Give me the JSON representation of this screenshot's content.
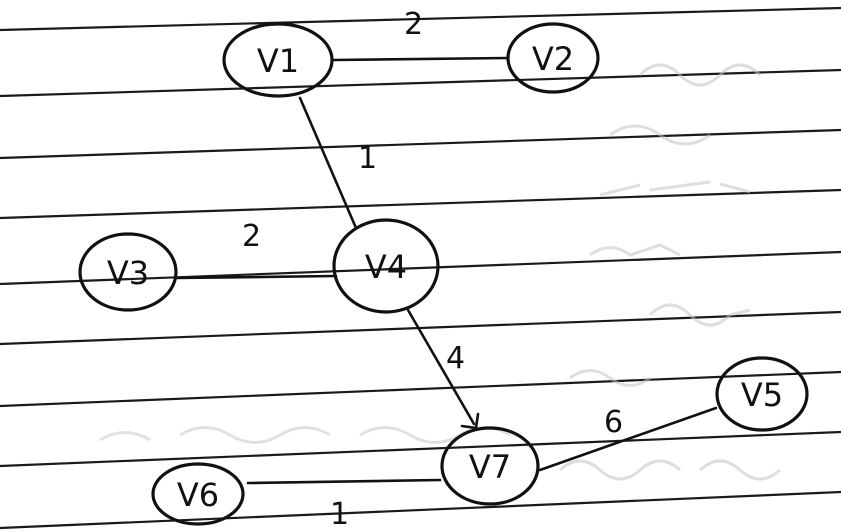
{
  "nodes": [
    {
      "id": "v1",
      "label": "V1"
    },
    {
      "id": "v2",
      "label": "V2"
    },
    {
      "id": "v3",
      "label": "V3"
    },
    {
      "id": "v4",
      "label": "V4"
    },
    {
      "id": "v5",
      "label": "V5"
    },
    {
      "id": "v6",
      "label": "V6"
    },
    {
      "id": "v7",
      "label": "V7"
    }
  ],
  "edges": [
    {
      "from": "V1",
      "to": "V2",
      "weight": "2"
    },
    {
      "from": "V1",
      "to": "V4",
      "weight": "1"
    },
    {
      "from": "V3",
      "to": "V4",
      "weight": "2"
    },
    {
      "from": "V4",
      "to": "V7",
      "weight": "4"
    },
    {
      "from": "V7",
      "to": "V5",
      "weight": "6"
    },
    {
      "from": "V6",
      "to": "V7",
      "weight": "1"
    }
  ]
}
